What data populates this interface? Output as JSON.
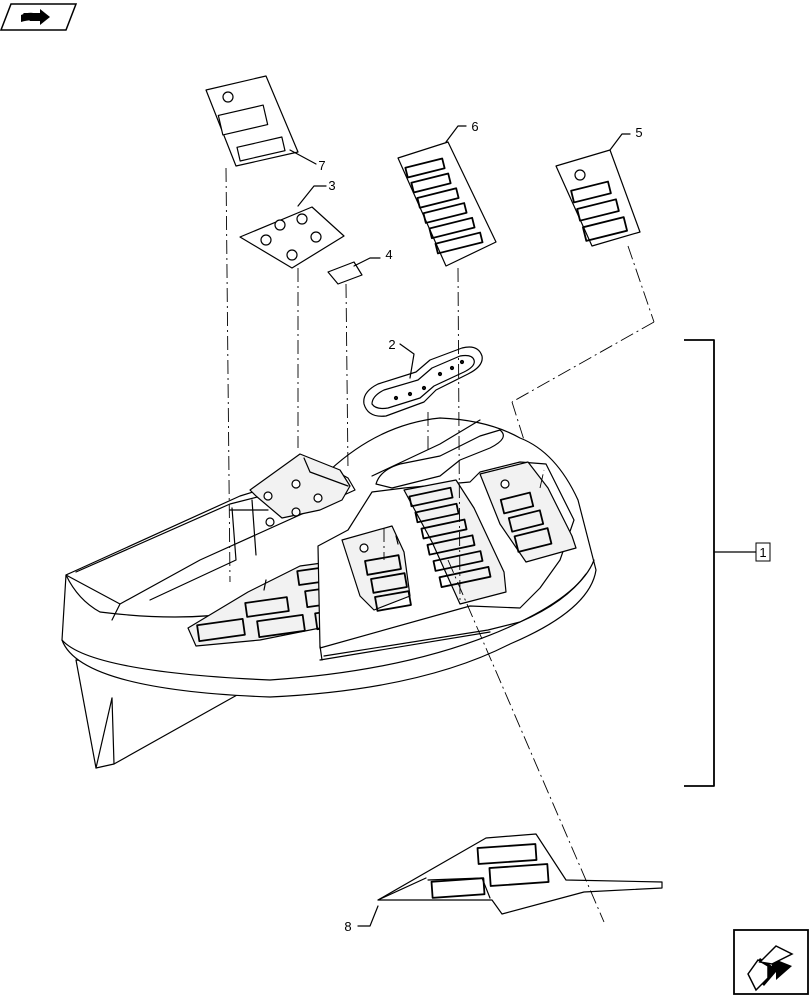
{
  "callouts": [
    "1",
    "2",
    "3",
    "4",
    "5",
    "6",
    "7",
    "8"
  ],
  "icons": {
    "top_left": "book-arrow-icon",
    "bottom_right": "next-page-arrow-icon"
  }
}
